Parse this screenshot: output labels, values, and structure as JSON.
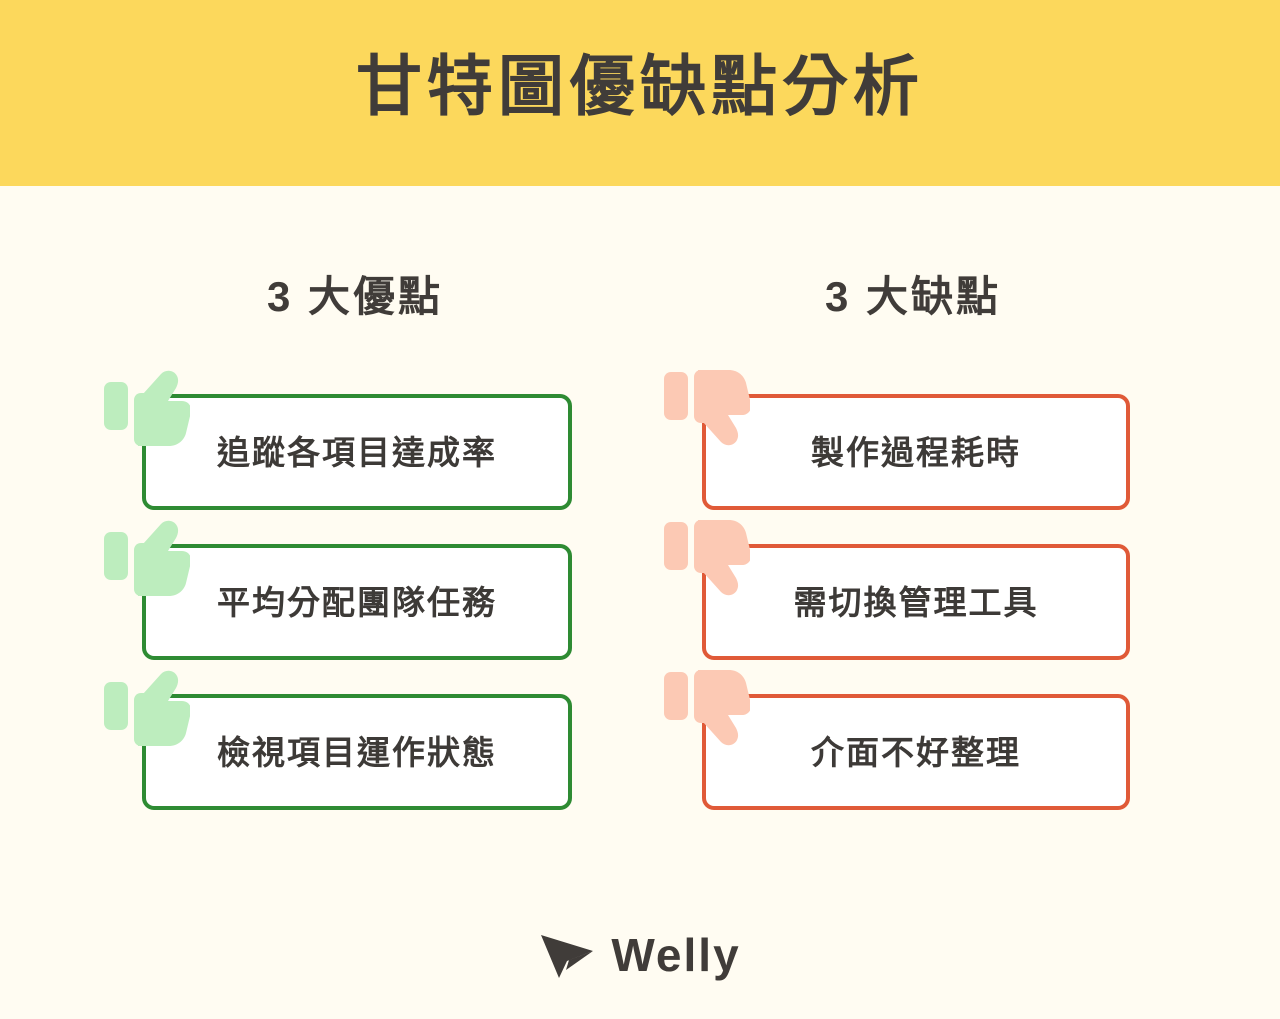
{
  "header": {
    "title": "甘特圖優缺點分析",
    "background_color": "#FCD85C",
    "text_color": "#403C39"
  },
  "page": {
    "background_color": "#FFFCF2"
  },
  "columns": [
    {
      "side": "left",
      "title": "3 大優點",
      "accent_color": "#2E8B33",
      "icon_color": "#BDEDBE",
      "icon_name": "thumbs-up-icon",
      "items": [
        {
          "label": "追蹤各項目達成率"
        },
        {
          "label": "平均分配團隊任務"
        },
        {
          "label": "檢視項目運作狀態"
        }
      ]
    },
    {
      "side": "right",
      "title": "3 大缺點",
      "accent_color": "#E05A38",
      "icon_color": "#FCC9B4",
      "icon_name": "thumbs-down-icon",
      "items": [
        {
          "label": "製作過程耗時"
        },
        {
          "label": "需切換管理工具"
        },
        {
          "label": "介面不好整理"
        }
      ]
    }
  ],
  "footer": {
    "brand_name": "Welly",
    "logo_icon": "paper-plane-icon",
    "color": "#403C39"
  }
}
